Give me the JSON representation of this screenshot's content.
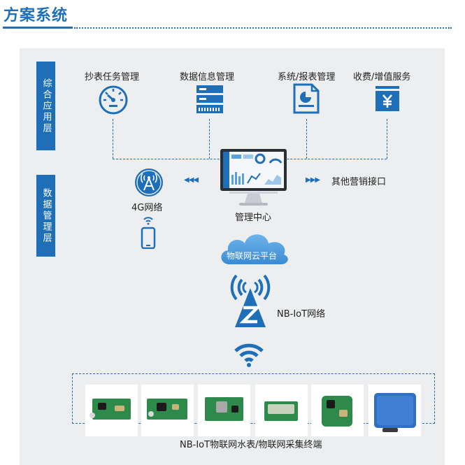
{
  "header": {
    "title": "方案系统"
  },
  "layers": {
    "application": "综合应用层",
    "data": "数据管理层"
  },
  "apps": [
    {
      "label": "抄表任务管理",
      "icon": "gauge-icon"
    },
    {
      "label": "数据信息管理",
      "icon": "server-icon"
    },
    {
      "label": "系统/报表管理",
      "icon": "report-icon"
    },
    {
      "label": "收费/增值服务",
      "icon": "yuan-icon"
    }
  ],
  "network_4g": "4G网络",
  "management_center": "管理中心",
  "other_interface": "其他营销接口",
  "cloud_platform": "物联网云平台",
  "nbiot_network": "NB-IoT网络",
  "devices_caption": "NB-IoT物联网水表/物联网采集终端",
  "colors": {
    "accent": "#1f6fb8",
    "panel": "#eceef0",
    "board": "#2e8a4a"
  }
}
